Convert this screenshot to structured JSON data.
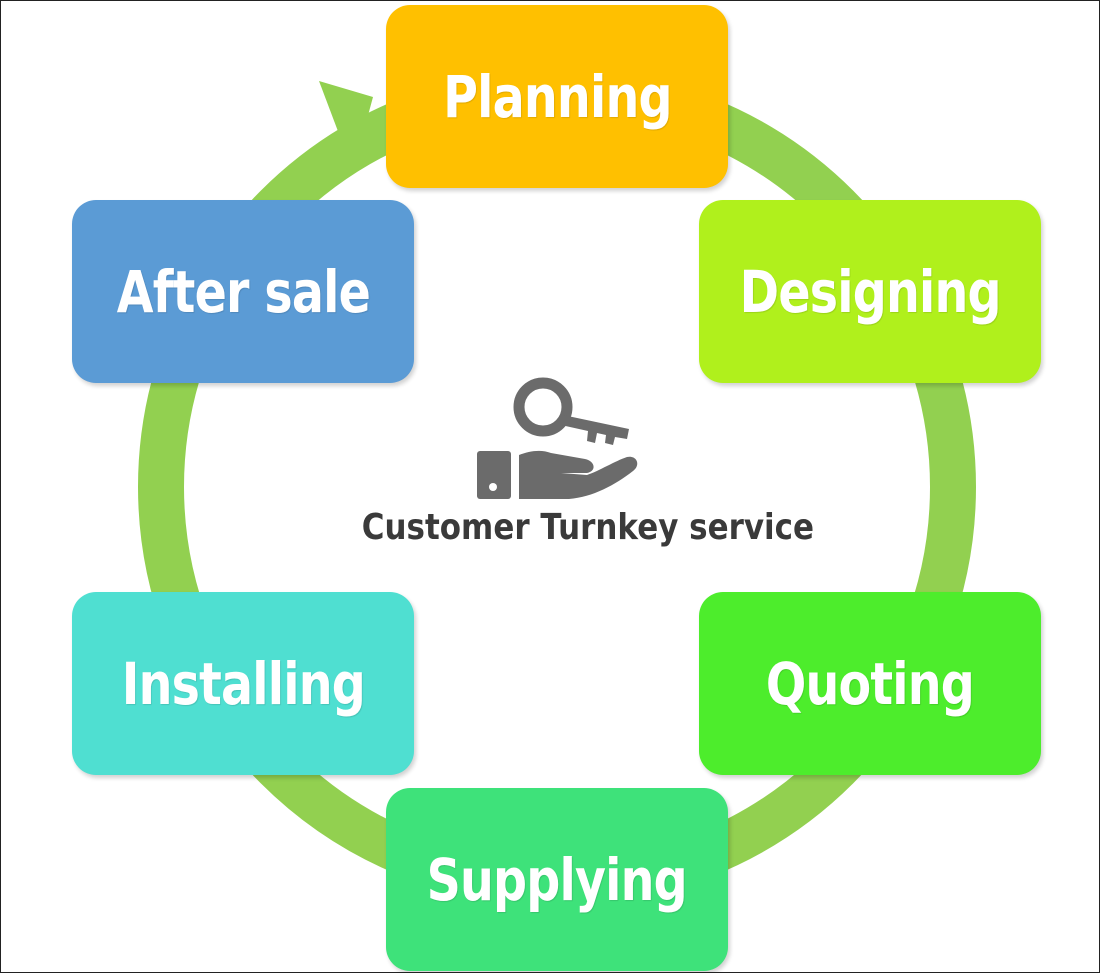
{
  "diagram": {
    "center_title": "Customer Turnkey service",
    "center_icon": "key-in-hand-icon",
    "ring_color": "#92d050",
    "stages": [
      {
        "id": "planning",
        "label": "Planning",
        "color": "#ffc000"
      },
      {
        "id": "designing",
        "label": "Designing",
        "color": "#b0f01c"
      },
      {
        "id": "quoting",
        "label": "Quoting",
        "color": "#4ded2c"
      },
      {
        "id": "supplying",
        "label": "Supplying",
        "color": "#3ee27a"
      },
      {
        "id": "installing",
        "label": "Installing",
        "color": "#4fdfd1"
      },
      {
        "id": "aftersale",
        "label": "After sale",
        "color": "#5b9bd5"
      }
    ]
  }
}
